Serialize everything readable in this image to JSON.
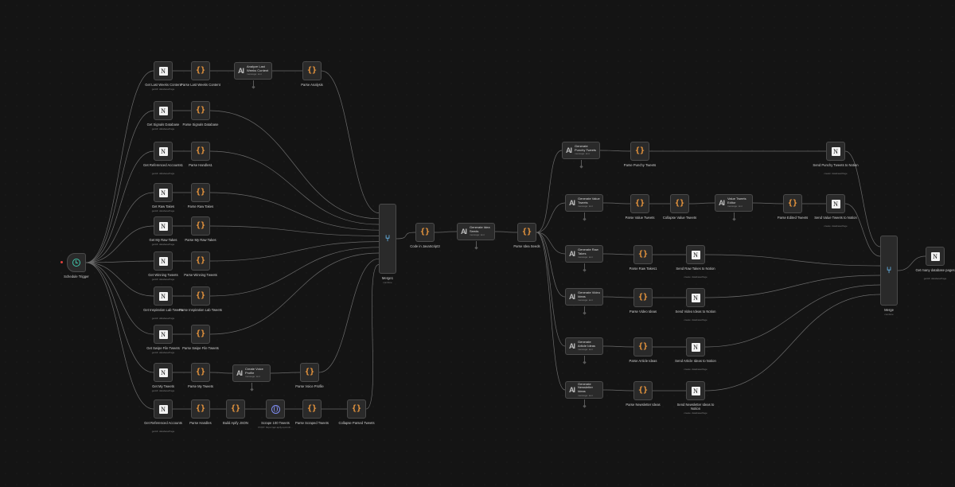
{
  "nodes": [
    {
      "id": "trigger",
      "label": "Schedule Trigger",
      "type": "trigger",
      "icon": "clock-icon"
    },
    {
      "id": "n1",
      "label": "Get Last Weeks Content",
      "sub": "getAll: databasePage",
      "type": "notion",
      "icon": "notion-icon"
    },
    {
      "id": "n2",
      "label": "Parse Last Weeks Content",
      "type": "code",
      "icon": "code-icon"
    },
    {
      "id": "n3",
      "label": "Analyze Last Weeks Content",
      "sub": "message: text",
      "type": "ai",
      "icon": "anthropic-icon"
    },
    {
      "id": "n4",
      "label": "Parse Analysis",
      "type": "code",
      "icon": "code-icon"
    },
    {
      "id": "n5",
      "label": "Get Signals Database",
      "sub": "getAll: databasePage",
      "type": "notion",
      "icon": "notion-icon"
    },
    {
      "id": "n6",
      "label": "Parse Signals Database",
      "type": "code",
      "icon": "code-icon"
    },
    {
      "id": "n7",
      "label": "Get Referenced Accounts1",
      "sub": "getAll: databasePage",
      "type": "notion",
      "icon": "notion-icon"
    },
    {
      "id": "n8",
      "label": "Parse Handles1",
      "type": "code",
      "icon": "code-icon"
    },
    {
      "id": "n9",
      "label": "Get Raw Takes",
      "sub": "getAll: databasePage",
      "type": "notion",
      "icon": "notion-icon"
    },
    {
      "id": "n10",
      "label": "Parse Raw Takes",
      "type": "code",
      "icon": "code-icon"
    },
    {
      "id": "n11",
      "label": "Get My Raw Takes",
      "sub": "getAll: databasePage",
      "type": "notion",
      "icon": "notion-icon"
    },
    {
      "id": "n12",
      "label": "Parse My Raw Takes",
      "type": "code",
      "icon": "code-icon"
    },
    {
      "id": "n13",
      "label": "Get Winning Tweets",
      "sub": "getAll: databasePage",
      "type": "notion",
      "icon": "notion-icon"
    },
    {
      "id": "n14",
      "label": "Parse Winning Tweets",
      "type": "code",
      "icon": "code-icon"
    },
    {
      "id": "n15",
      "label": "Get Inspiration Lab Tweets",
      "sub": "getAll: databasePage",
      "type": "notion",
      "icon": "notion-icon"
    },
    {
      "id": "n16",
      "label": "Parse Inspiration Lab Tweets",
      "type": "code",
      "icon": "code-icon"
    },
    {
      "id": "n17",
      "label": "Get Swipe File Tweets",
      "sub": "getAll: databasePage",
      "type": "notion",
      "icon": "notion-icon"
    },
    {
      "id": "n18",
      "label": "Parse Swipe File Tweets",
      "type": "code",
      "icon": "code-icon"
    },
    {
      "id": "n19",
      "label": "Get My Tweets",
      "sub": "getAll: databasePage",
      "type": "notion",
      "icon": "notion-icon"
    },
    {
      "id": "n20",
      "label": "Parse My Tweets",
      "type": "code",
      "icon": "code-icon"
    },
    {
      "id": "n21",
      "label": "Create Voice Profile",
      "sub": "message: text",
      "type": "ai",
      "icon": "anthropic-icon"
    },
    {
      "id": "n22",
      "label": "Parse Voice Profile",
      "type": "code",
      "icon": "code-icon"
    },
    {
      "id": "n23",
      "label": "Get Referenced Accounts",
      "sub": "getAll: databasePage",
      "type": "notion",
      "icon": "notion-icon"
    },
    {
      "id": "n24",
      "label": "Parse Handles",
      "type": "code",
      "icon": "code-icon"
    },
    {
      "id": "n25",
      "label": "Build Apify JSON",
      "type": "code",
      "icon": "code-icon"
    },
    {
      "id": "n26",
      "label": "Scrape 100 Tweets",
      "sub": "POST: https://api.apify.com/v2/...",
      "type": "http",
      "icon": "globe-icon"
    },
    {
      "id": "n27",
      "label": "Parse Scraped Tweets",
      "type": "code",
      "icon": "code-icon"
    },
    {
      "id": "n28",
      "label": "Collapse Parsed Tweets",
      "type": "code",
      "icon": "code-icon"
    },
    {
      "id": "merge1",
      "label": "Merge1",
      "sub": "combine",
      "type": "merge",
      "icon": "merge-icon"
    },
    {
      "id": "n29",
      "label": "Code in JavaScript3",
      "type": "code",
      "icon": "code-icon"
    },
    {
      "id": "n30",
      "label": "Generate Idea Seeds",
      "sub": "message: text",
      "type": "ai",
      "icon": "anthropic-icon"
    },
    {
      "id": "n31",
      "label": "Parse Idea Seeds",
      "type": "code",
      "icon": "code-icon"
    },
    {
      "id": "n32",
      "label": "Generate Punchy Tweets",
      "sub": "message: text",
      "type": "ai",
      "icon": "anthropic-icon"
    },
    {
      "id": "n33",
      "label": "Parse Punchy Tweets",
      "type": "code",
      "icon": "code-icon"
    },
    {
      "id": "n34",
      "label": "Send Punchy Tweets to Notion",
      "sub": "create: databasePage",
      "type": "notion",
      "icon": "notion-icon"
    },
    {
      "id": "n35",
      "label": "Generate Value Tweets",
      "sub": "message: text",
      "type": "ai",
      "icon": "anthropic-icon"
    },
    {
      "id": "n36",
      "label": "Parse Value Tweets",
      "type": "code",
      "icon": "code-icon"
    },
    {
      "id": "n37",
      "label": "Collapse Value Tweets",
      "type": "code",
      "icon": "code-icon"
    },
    {
      "id": "n38",
      "label": "Value Tweets Editor",
      "sub": "message: text",
      "type": "ai",
      "icon": "anthropic-icon"
    },
    {
      "id": "n39",
      "label": "Parse Edited Tweets",
      "type": "code",
      "icon": "code-icon"
    },
    {
      "id": "n40",
      "label": "Send Value Tweets to Notion",
      "sub": "create: databasePage",
      "type": "notion",
      "icon": "notion-icon"
    },
    {
      "id": "n41",
      "label": "Generate Raw Takes",
      "sub": "message: text",
      "type": "ai",
      "icon": "anthropic-icon"
    },
    {
      "id": "n42",
      "label": "Parse Raw Takes1",
      "type": "code",
      "icon": "code-icon"
    },
    {
      "id": "n43",
      "label": "Send Raw Takes to Notion",
      "sub": "create: databasePage",
      "type": "notion",
      "icon": "notion-icon"
    },
    {
      "id": "n44",
      "label": "Generate Video Ideas",
      "sub": "message: text",
      "type": "ai",
      "icon": "anthropic-icon"
    },
    {
      "id": "n45",
      "label": "Parse Video Ideas",
      "type": "code",
      "icon": "code-icon"
    },
    {
      "id": "n46",
      "label": "Send Video Ideas to Notion",
      "sub": "create: databasePage",
      "type": "notion",
      "icon": "notion-icon"
    },
    {
      "id": "n47",
      "label": "Generate Article Ideas",
      "sub": "message: text",
      "type": "ai",
      "icon": "anthropic-icon"
    },
    {
      "id": "n48",
      "label": "Parse Article Ideas",
      "type": "code",
      "icon": "code-icon"
    },
    {
      "id": "n49",
      "label": "Send Article Ideas to Notion",
      "sub": "create: databasePage",
      "type": "notion",
      "icon": "notion-icon"
    },
    {
      "id": "n50",
      "label": "Generate Newsletter Ideas",
      "sub": "message: text",
      "type": "ai",
      "icon": "anthropic-icon"
    },
    {
      "id": "n51",
      "label": "Parse Newsletter Ideas",
      "type": "code",
      "icon": "code-icon"
    },
    {
      "id": "n52",
      "label": "Send Newsletter Ideas to Notion",
      "sub": "create: databasePage",
      "type": "notion",
      "icon": "notion-icon"
    },
    {
      "id": "merge2",
      "label": "Merge",
      "sub": "combine",
      "type": "merge",
      "icon": "merge-icon"
    },
    {
      "id": "n53",
      "label": "Get many database pages",
      "sub": "getAll: databasePage",
      "type": "notion",
      "icon": "notion-icon"
    }
  ]
}
